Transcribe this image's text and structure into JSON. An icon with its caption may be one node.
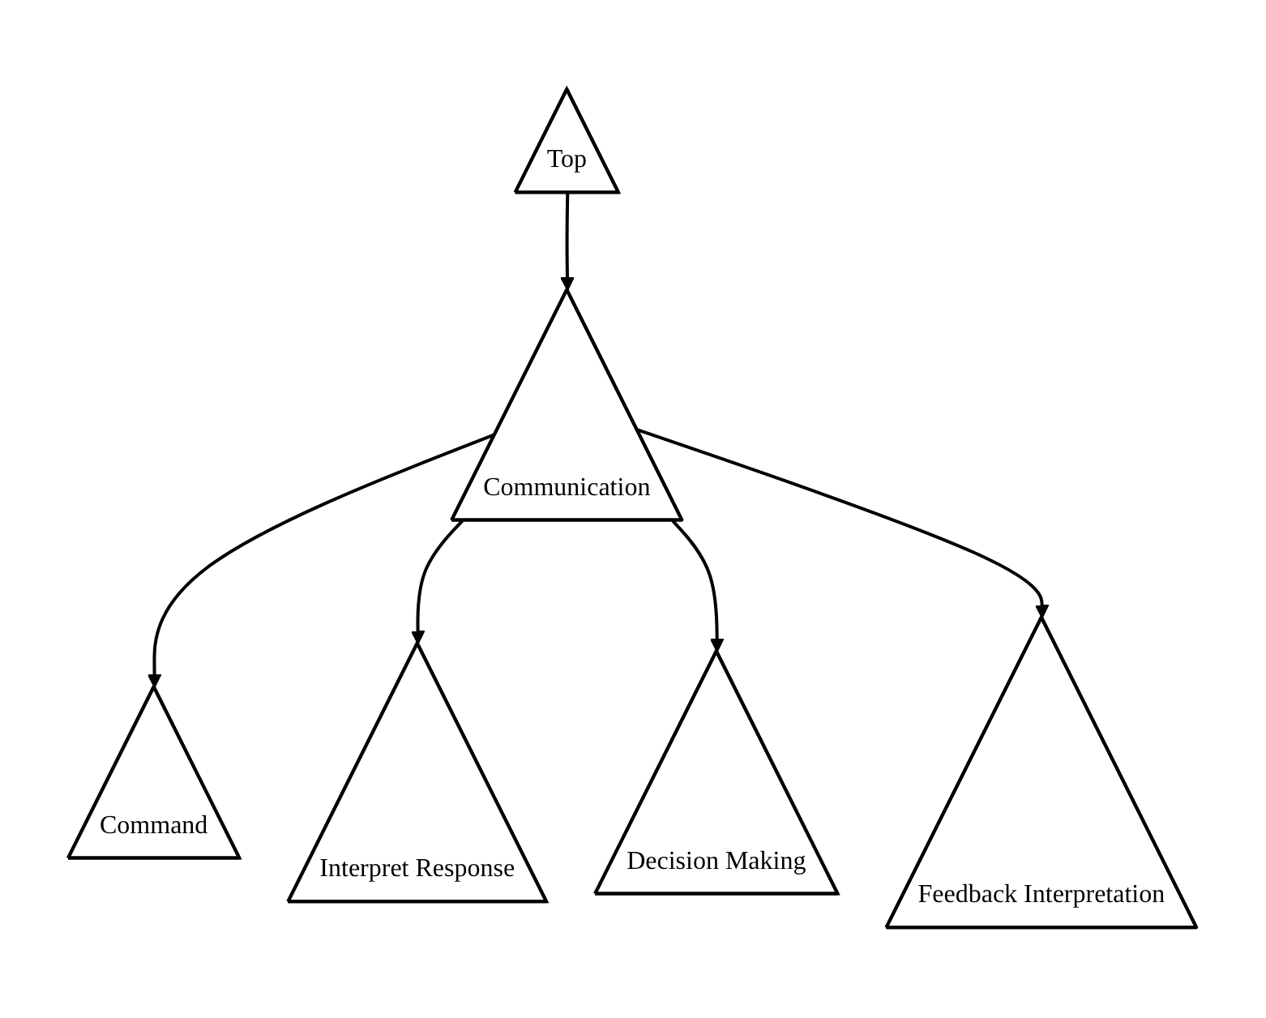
{
  "diagram": {
    "nodes": [
      {
        "text": [
          "Top"
        ]
      },
      {
        "text": [
          "Communication"
        ]
      },
      {
        "text": [
          "Command"
        ]
      },
      {
        "text": [
          "Interpret Response"
        ]
      },
      {
        "text": [
          "Decision Making"
        ]
      },
      {
        "text": [
          "Feedback Interpretation"
        ]
      }
    ],
    "edges": [
      {
        "from": 0,
        "to": 1,
        "arrow": "to"
      },
      {
        "from": 1,
        "to": 2,
        "arrow": "to"
      },
      {
        "from": 1,
        "to": 3,
        "arrow": "to"
      },
      {
        "from": 1,
        "to": 4,
        "arrow": "to"
      },
      {
        "from": 1,
        "to": 5,
        "arrow": "to"
      }
    ]
  }
}
